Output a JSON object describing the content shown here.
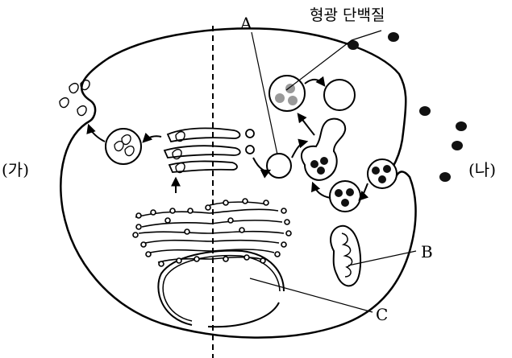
{
  "labels": {
    "fluorescent_protein": "형광 단백질",
    "ga": "(가)",
    "na": "(나)",
    "A": "A",
    "B": "B",
    "C": "C"
  },
  "colors": {
    "stroke": "#000000",
    "background": "#ffffff",
    "protein_fill": "#999999",
    "dark_fill": "#111111"
  }
}
